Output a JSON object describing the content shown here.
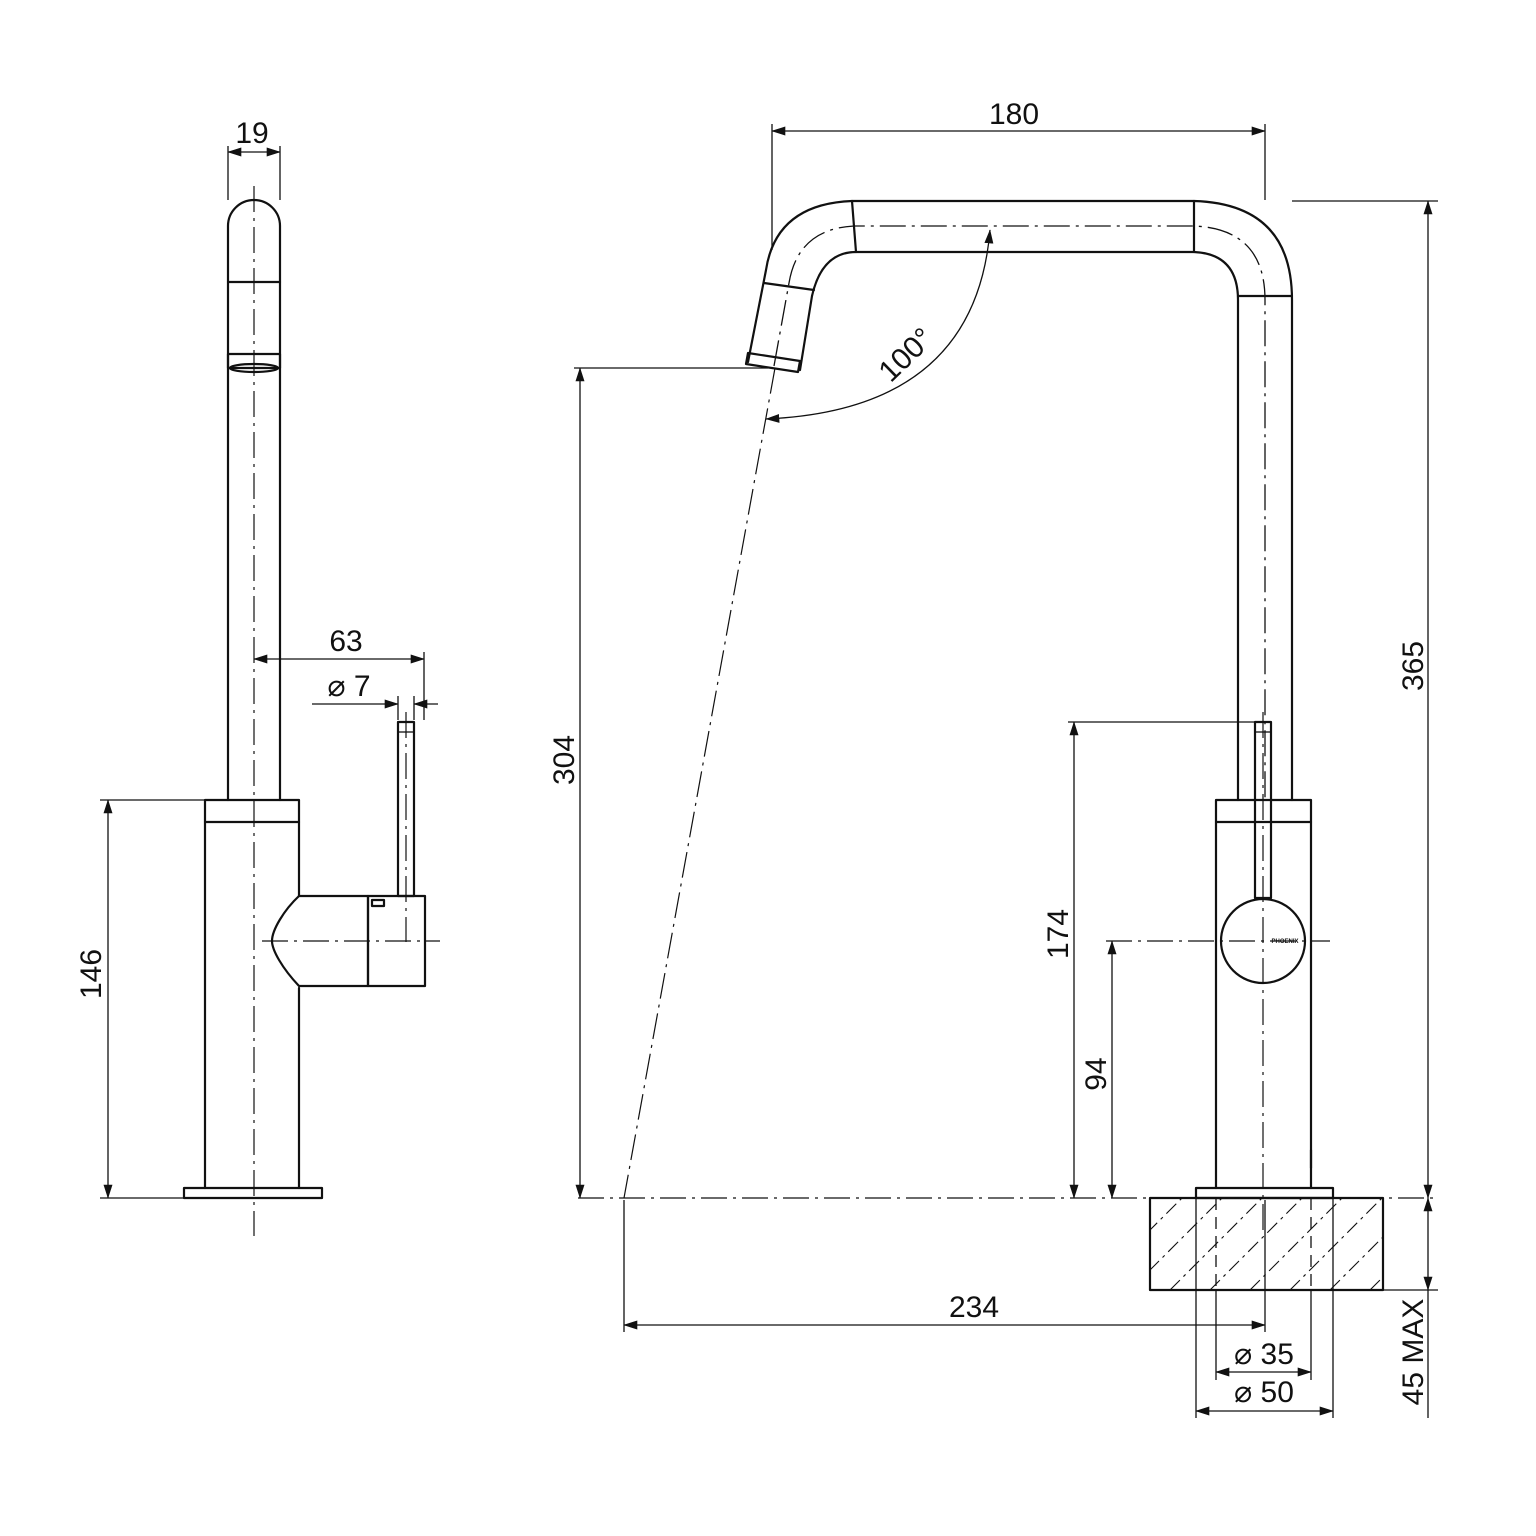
{
  "drawing": {
    "side_view": {
      "dimensions": {
        "spout_diameter": "19",
        "handle_offset": "63",
        "handle_diameter": "⌀ 7",
        "body_height": "146"
      }
    },
    "front_view": {
      "dimensions": {
        "spout_reach_top": "180",
        "spout_angle": "100°",
        "outlet_height": "304",
        "overall_height": "365",
        "lever_height": "174",
        "handle_center_height": "94",
        "spout_reach_base": "234",
        "base_inner_diameter": "⌀ 35",
        "base_outer_diameter": "⌀ 50",
        "max_bench_thickness": "45 MAX"
      },
      "brand_mark": "PHOENIX"
    }
  }
}
